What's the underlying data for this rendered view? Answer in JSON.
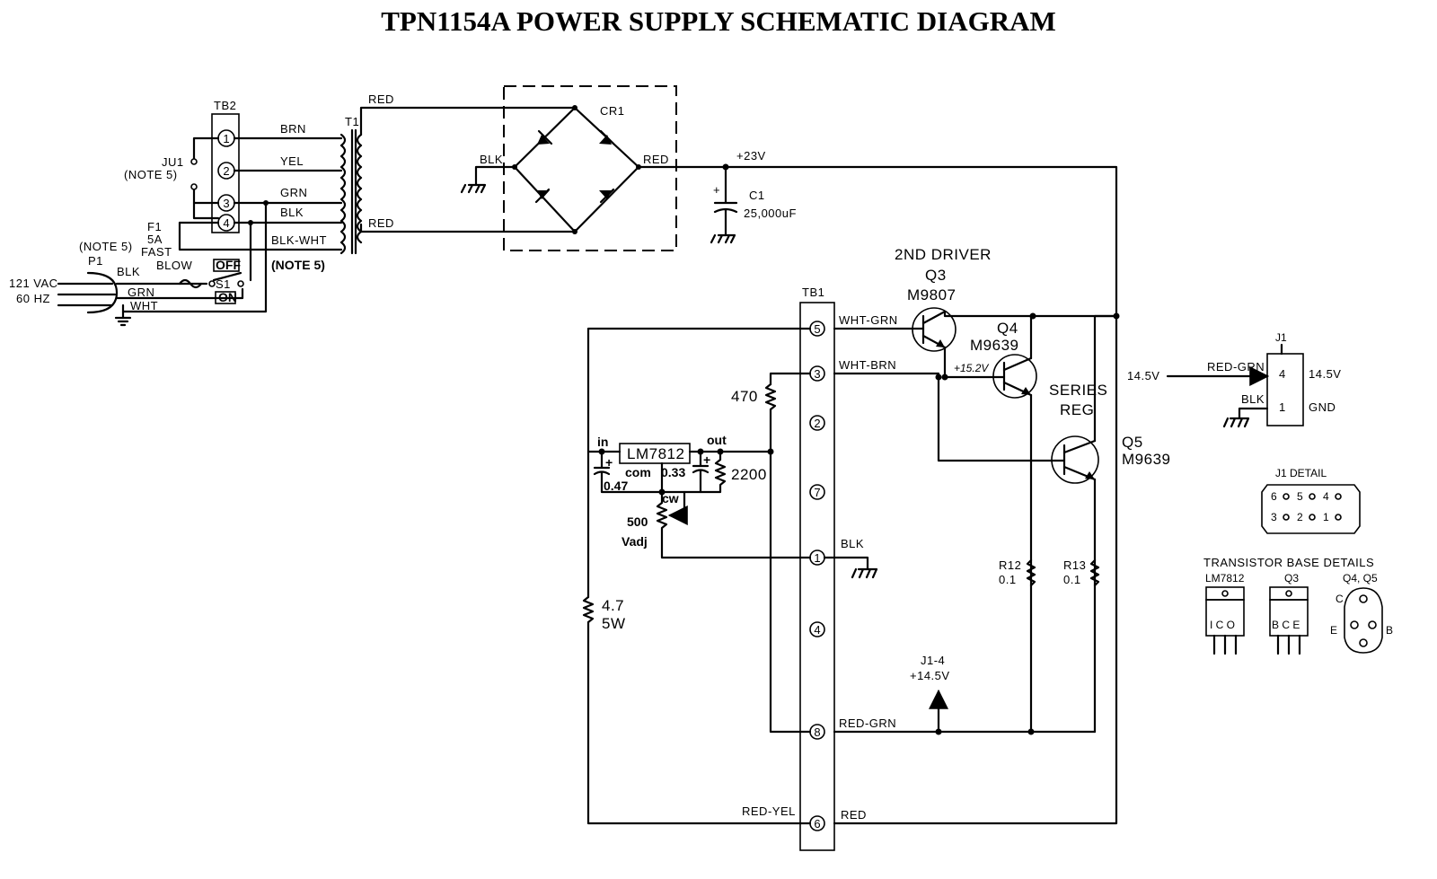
{
  "title": "TPN1154A POWER SUPPLY SCHEMATIC DIAGRAM",
  "tb2": {
    "name": "TB2",
    "pins": [
      "1",
      "2",
      "3",
      "4"
    ],
    "wires": [
      "BRN",
      "YEL",
      "GRN",
      "BLK",
      "BLK-WHT"
    ],
    "jumper": "JU1",
    "jumper_note": "(NOTE 5)",
    "note": "(NOTE 5)"
  },
  "input": {
    "plug_note": "(NOTE 5)",
    "plug": "P1",
    "voltage": "121 VAC",
    "freq": "60 HZ",
    "wire_blk": "BLK",
    "wire_grn": "GRN",
    "wire_wht": "WHT",
    "fuse_name": "F1",
    "fuse_rating": "5A",
    "fuse_type1": "FAST",
    "fuse_type2": "BLOW",
    "switch": "S1",
    "switch_off": "OFF",
    "switch_on": "ON"
  },
  "transformer": {
    "name": "T1",
    "top_wire": "RED",
    "bottom_wire": "RED"
  },
  "rectifier": {
    "name": "CR1",
    "left": "BLK",
    "right": "RED"
  },
  "supply": {
    "voltage": "+23V",
    "cap_name": "C1",
    "cap_value": "25,000uF",
    "plus": "+"
  },
  "q3": {
    "line1": "2ND DRIVER",
    "line2": "Q3",
    "part": "M9807"
  },
  "q4": {
    "name": "Q4",
    "part": "M9639",
    "voltage": "+15.2V"
  },
  "q5": {
    "line1": "SERIES",
    "line2": "REG",
    "name": "Q5",
    "part": "M9639"
  },
  "tb1": {
    "name": "TB1",
    "pins": [
      "5",
      "3",
      "2",
      "7",
      "1",
      "4",
      "8",
      "6"
    ],
    "wires": {
      "p5": "WHT-GRN",
      "p3": "WHT-BRN",
      "p1": "BLK",
      "p8": "RED-GRN",
      "p6_left": "RED-YEL",
      "p6_right": "RED"
    }
  },
  "regulator": {
    "chip": "LM7812",
    "in": "in",
    "out": "out",
    "com": "com",
    "cap_in": "0.47",
    "cap_out": "0.33",
    "r_out": "2200",
    "r_top": "470",
    "pot": "500",
    "pot_label": "Vadj",
    "cw": "cw",
    "plus": "+",
    "r_load": "4.7",
    "r_load_power": "5W"
  },
  "resistors": {
    "r12": "R12",
    "r12_val": "0.1",
    "r13": "R13",
    "r13_val": "0.1"
  },
  "test_point": {
    "name": "J1-4",
    "voltage": "+14.5V"
  },
  "j1": {
    "name": "J1",
    "in_label": "14.5V",
    "wire_top": "RED-GRN",
    "wire_bottom": "BLK",
    "pin_top": "4",
    "pin_bottom": "1",
    "out_top": "14.5V",
    "out_bottom": "GND"
  },
  "j1_detail": {
    "title": "J1 DETAIL",
    "row1": [
      "6",
      "5",
      "4"
    ],
    "row2": [
      "3",
      "2",
      "1"
    ]
  },
  "base_details": {
    "title": "TRANSISTOR BASE DETAILS",
    "lm7812": {
      "name": "LM7812",
      "pins": "I C O"
    },
    "q3": {
      "name": "Q3",
      "pins": "B C E"
    },
    "q45": {
      "name": "Q4, Q5",
      "c": "C",
      "e": "E",
      "b": "B"
    }
  }
}
